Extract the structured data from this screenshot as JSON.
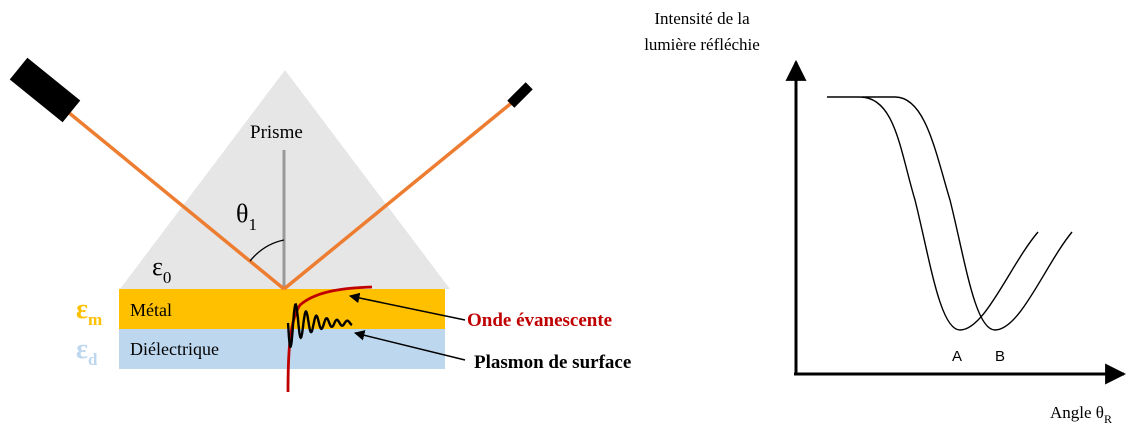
{
  "left_diagram": {
    "prism_label": "Prisme",
    "theta_label": "θ",
    "theta_sub": "1",
    "eps0_label": "ε",
    "eps0_sub": "0",
    "metal_label": "Métal",
    "dielectric_label": "Diélectrique",
    "eps_m_label": "ε",
    "eps_m_sub": "m",
    "eps_d_label": "ε",
    "eps_d_sub": "d",
    "evanescent_label": "Onde évanescente",
    "plasmon_label": "Plasmon de surface"
  },
  "right_diagram": {
    "y_axis_label_line1": "Intensité de la",
    "y_axis_label_line2": "lumière réfléchie",
    "x_axis_label": "Angle θ",
    "x_axis_sub": "R",
    "curve_a_label": "A",
    "curve_b_label": "B"
  },
  "colors": {
    "prism": "#e6e6e6",
    "metal": "#ffc000",
    "dielectric": "#bdd7ee",
    "beam": "#ed7d31",
    "evanescent": "#c00000",
    "eps_m": "#ffc000",
    "eps_d": "#bdd7ee",
    "normal": "#999999"
  }
}
